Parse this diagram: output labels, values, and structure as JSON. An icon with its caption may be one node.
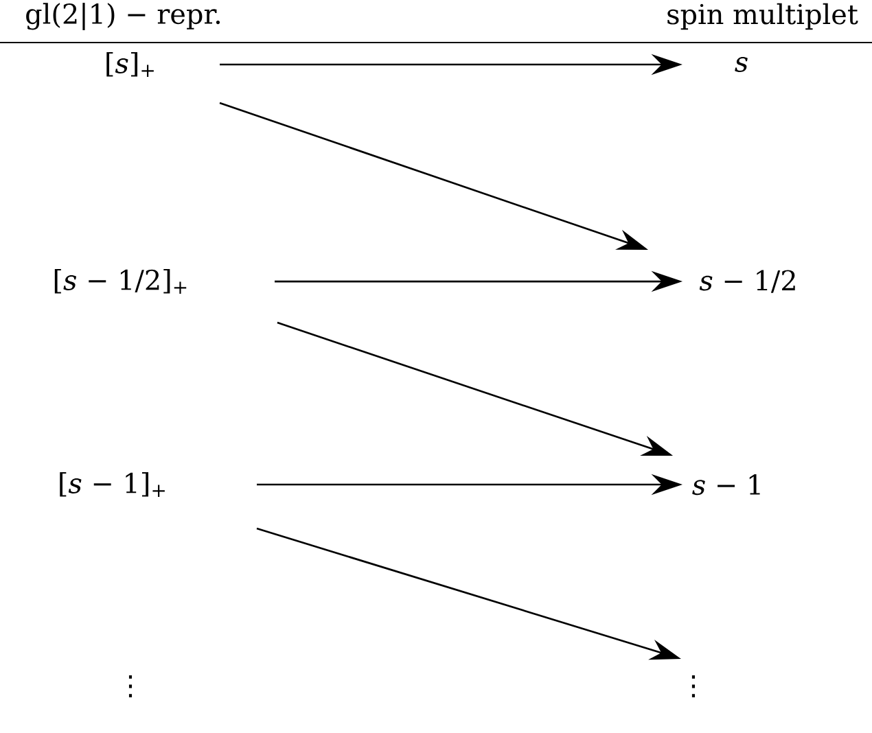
{
  "diagram": {
    "nodes": [
      {
        "text": [
          "[*s*]$_{+}$"
        ]
      },
      {
        "text": [
          "*s*"
        ]
      },
      {
        "text": [
          "[*s* − 1/2]$_{+}$"
        ]
      },
      {
        "text": [
          "*s* − 1/2"
        ]
      },
      {
        "text": [
          "[*s* − 1]$_{+}$"
        ]
      },
      {
        "text": [
          "*s* − 1"
        ]
      },
      {
        "text": [
          "⋮"
        ]
      },
      {
        "text": [
          "⋮"
        ]
      }
    ],
    "edges": [
      {
        "from": 0,
        "to": 1,
        "arrow": "to"
      },
      {
        "from": 0,
        "to": 3,
        "arrow": "to"
      },
      {
        "from": 2,
        "to": 3,
        "arrow": "to"
      },
      {
        "from": 2,
        "to": 5,
        "arrow": "to"
      },
      {
        "from": 4,
        "to": 5,
        "arrow": "to"
      },
      {
        "from": 4,
        "to": 7,
        "arrow": "to"
      }
    ],
    "labels": [
      "gl(2|1) − repr.",
      "spin multiplet"
    ]
  }
}
